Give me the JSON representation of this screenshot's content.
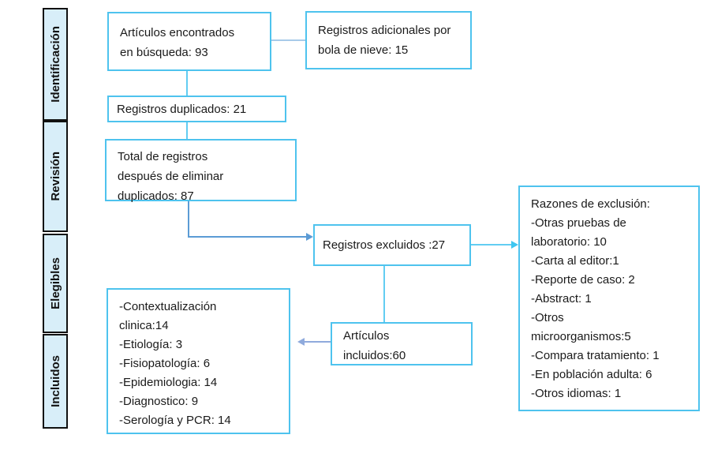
{
  "diagram_title": "PRISMA-style literature selection flow (Spanish)",
  "sidebar": {
    "stages": [
      {
        "label": "Identificación"
      },
      {
        "label": "Revisión"
      },
      {
        "label": "Elegibles"
      },
      {
        "label": "Incluidos"
      }
    ]
  },
  "flow": {
    "found": {
      "text": "Artículos encontrados\nen búsqueda: 93"
    },
    "additional": {
      "text": "Registros adicionales por\nbola de nieve: 15"
    },
    "duplicates": {
      "text": "Registros duplicados: 21"
    },
    "total_after_dedup": {
      "text": "Total de registros\ndespués de eliminar\nduplicados: 87"
    },
    "excluded": {
      "text": "Registros excluidos :27"
    },
    "exclusion_reasons": {
      "text": "Razones de exclusión:\n-Otras pruebas de\nlaboratorio: 10\n-Carta al editor:1\n-Reporte de caso: 2\n-Abstract: 1\n-Otros\nmicroorganismos:5\n-Compara tratamiento: 1\n-En población adulta: 6\n-Otros idiomas: 1"
    },
    "included": {
      "text": "Artículos\nincluidos:60"
    },
    "included_topics": {
      "text": "-Contextualización\nclinica:14\n-Etiología: 3\n-Fisiopatología: 6\n-Epidemiologia: 14\n-Diagnostico: 9\n-Serología y PCR: 14"
    }
  },
  "colors": {
    "box_border": "#4ec3ee",
    "sidebar_fill": "#d8eef9",
    "sidebar_border": "#111111",
    "connector_cyan": "#62cdf2",
    "connector_blue": "#5b9bd5",
    "connector_pale": "#a8cbe9",
    "connector_slate": "#8faadc",
    "text": "#1a1a1a"
  }
}
